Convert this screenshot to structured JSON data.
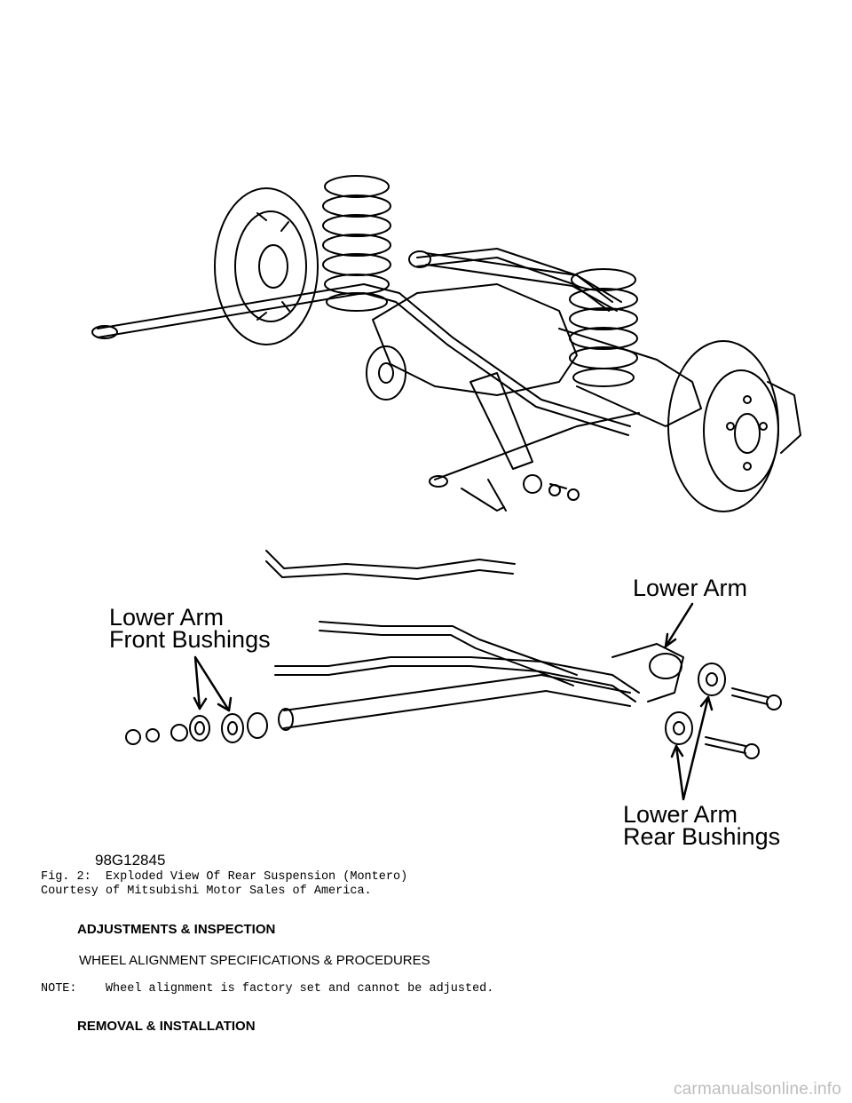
{
  "figure": {
    "callouts": {
      "lower_arm": "Lower Arm",
      "front_bushings": [
        "Lower Arm",
        "Front Bushings"
      ],
      "rear_bushings": [
        "Lower Arm",
        "Rear Bushings"
      ]
    },
    "code": "98G12845",
    "caption": "Fig. 2:  Exploded View Of Rear Suspension (Montero)",
    "credit": "Courtesy of Mitsubishi Motor Sales of America."
  },
  "sections": {
    "adjustments_heading": "ADJUSTMENTS & INSPECTION",
    "wheel_alignment_subheading": "WHEEL ALIGNMENT SPECIFICATIONS & PROCEDURES",
    "note": "NOTE:    Wheel alignment is factory set and cannot be adjusted.",
    "removal_heading": "REMOVAL & INSTALLATION"
  },
  "watermark": "carmanualsonline.info"
}
